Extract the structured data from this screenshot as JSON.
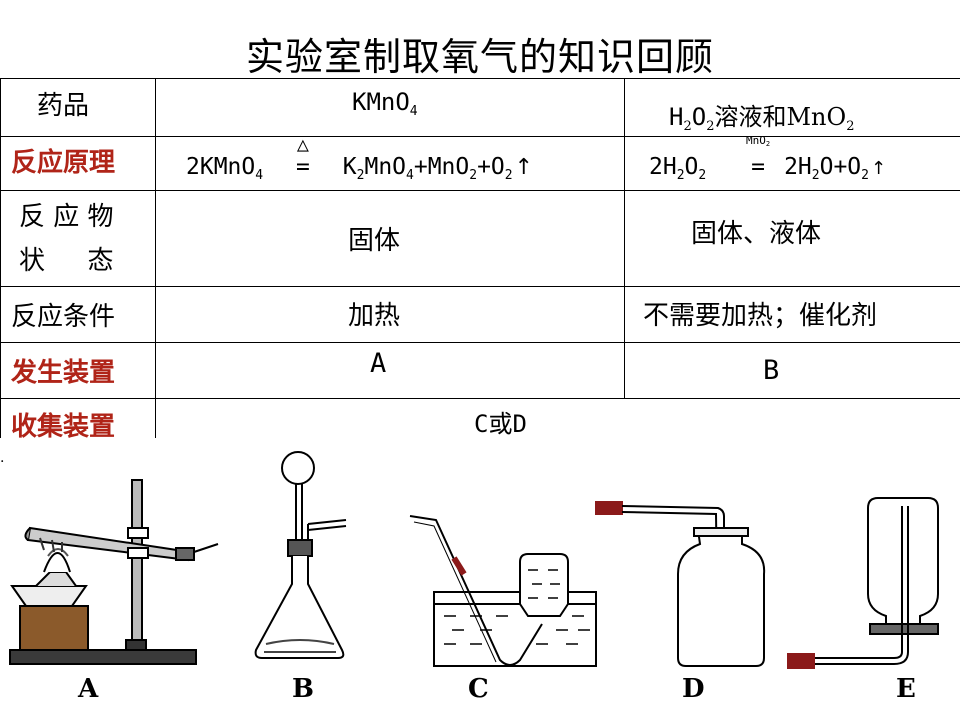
{
  "title": "实验室制取氧气的知识回顾",
  "table": {
    "drug": {
      "label": "药品",
      "c1": "KMnO",
      "c1_sub": "4",
      "c2_a": "H",
      "c2_sub1": "2",
      "c2_b": "O",
      "c2_sub2": "2",
      "c2_c": "溶液和MnO",
      "c2_sub3": "2"
    },
    "principle": {
      "label": "反应原理",
      "eq1": {
        "p1": "2KMnO",
        "s1": "4",
        "cond": "△",
        "eq": "=",
        "p2": "K",
        "s2": "2",
        "p3": "MnO",
        "s3": "4",
        "p4": "+MnO",
        "s4": "2",
        "p5": "+O",
        "s5": "2",
        "arrow": "↑"
      },
      "eq2": {
        "p1": "2H",
        "s1": "2",
        "p2": "O",
        "s2": "2",
        "cat": "MnO",
        "cat_sub": "2",
        "eq": "=",
        "p3": "2H",
        "s3": "2",
        "p4": "O+O",
        "s4": "2",
        "arrow": "↑"
      }
    },
    "state": {
      "label_l1": "反 应 物",
      "label_l2": "状 　 态",
      "c1": "固体",
      "c2": "固体、液体"
    },
    "condition": {
      "label": "反应条件",
      "c1": "加热",
      "c2": "不需要加热；催化剂"
    },
    "generator": {
      "label": "发生装置",
      "c1": "A",
      "c2": "B"
    },
    "collector": {
      "label": "收集装置",
      "c": "C或D"
    }
  },
  "apparatus_labels": [
    "A",
    "B",
    "C",
    "D",
    "E"
  ],
  "colors": {
    "red_label": "#b02418",
    "wood": "#8b5a2b",
    "rubber": "#8b1a1a"
  }
}
